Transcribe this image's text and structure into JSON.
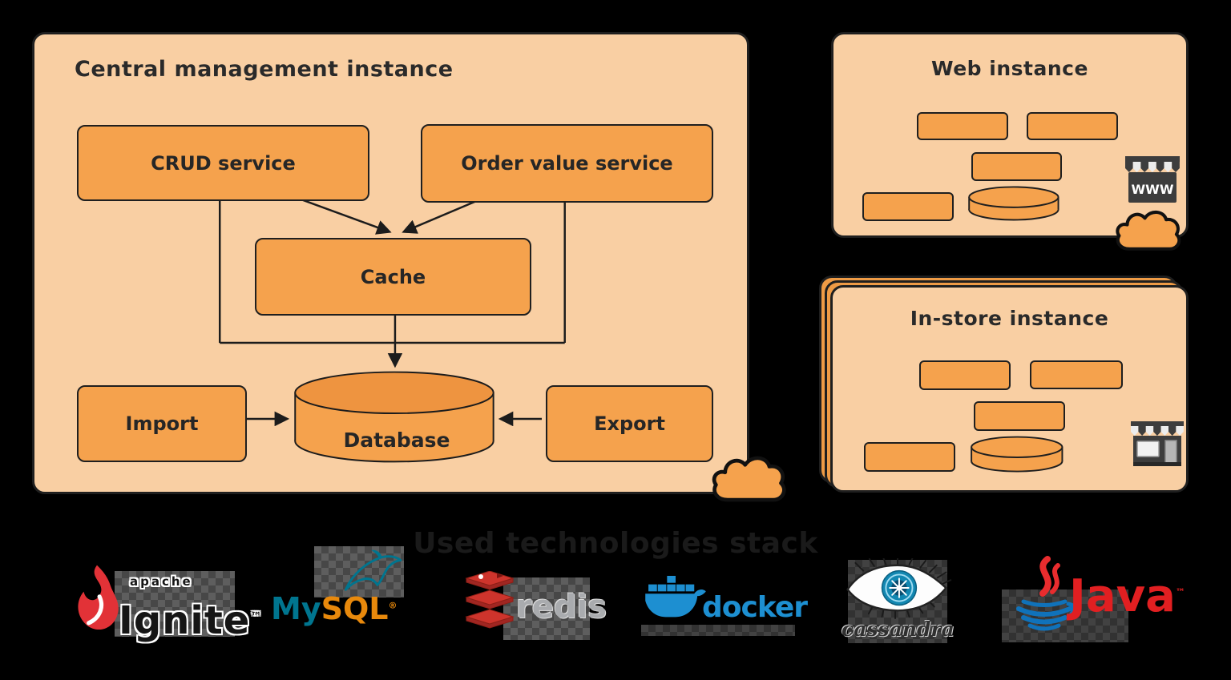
{
  "palette": {
    "background": "#000000",
    "panel_fill": "#F9CFA3",
    "box_fill": "#F5A24D",
    "cylinder_top_fill": "#EE9440",
    "stack_layer_fill": "#EF9B45",
    "outline": "#1f1f1f",
    "text_dark": "#262626",
    "mysql_teal": "#00758F",
    "mysql_orange": "#E8890C",
    "redis_red": "#CE342C",
    "docker_blue": "#1D8FD1",
    "cassandra_blue": "#1287B1",
    "java_red": "#E11F21",
    "java_cup_blue": "#1072BA"
  },
  "icons": {
    "clouds": "cloud-icon",
    "web_shop": "www-store-icon",
    "instore_shop": "store-icon",
    "database": "database-cylinder-icon",
    "ignite": "flame-icon",
    "mysql": "dolphin-icon",
    "redis": "redis-stack-icon",
    "docker": "docker-whale-icon",
    "cassandra": "cassandra-eye-icon",
    "java": "java-cup-icon"
  },
  "central": {
    "title": "Central management instance",
    "crud": "CRUD service",
    "order": "Order value service",
    "cache": "Cache",
    "import": "Import",
    "database": "Database",
    "export": "Export"
  },
  "web": {
    "title": "Web instance",
    "www": "WWW"
  },
  "instore": {
    "title": "In-store instance"
  },
  "section": {
    "title": "Used technologies stack"
  },
  "logos": {
    "ignite": {
      "sub": "apache",
      "name": "Ignite",
      "tm": "™"
    },
    "mysql": {
      "my": "My",
      "sql": "SQL",
      "reg": "®"
    },
    "redis": {
      "name": "redis"
    },
    "docker": {
      "name": "docker"
    },
    "cassandra": {
      "name": "cassandra"
    },
    "java": {
      "name": "Java",
      "tm": "™"
    }
  }
}
